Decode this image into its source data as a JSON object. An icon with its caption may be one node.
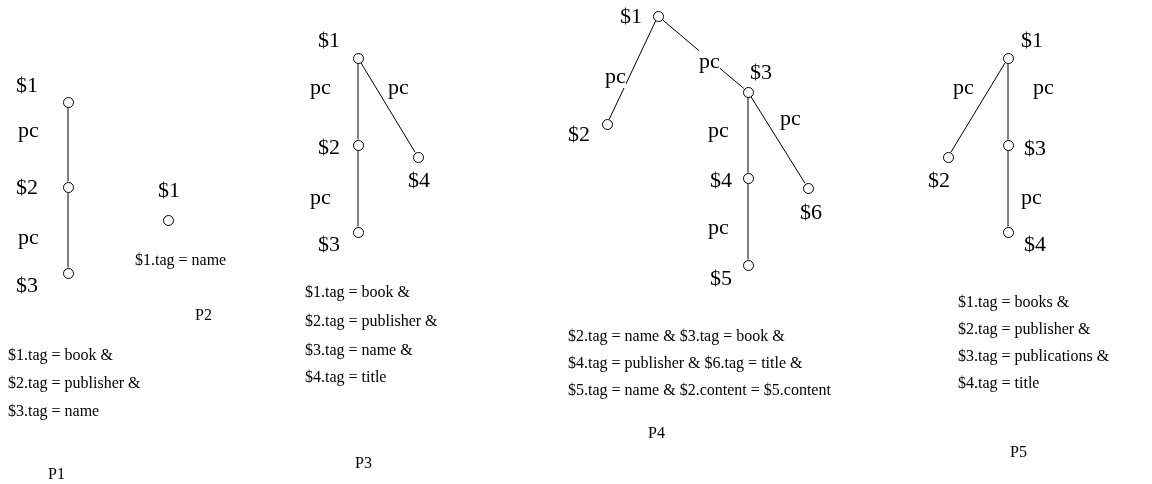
{
  "diagram": {
    "nodes": [
      {
        "text": [],
        "shape": "circle",
        "beside": [
          "$1"
        ]
      },
      {
        "text": [],
        "shape": "circle",
        "beside": [
          "$2"
        ]
      },
      {
        "text": [],
        "shape": "circle",
        "beside": [
          "$3"
        ]
      },
      {
        "text": [],
        "shape": "circle",
        "beside": [
          "$1"
        ]
      },
      {
        "text": [],
        "shape": "circle",
        "beside": [
          "$1"
        ]
      },
      {
        "text": [],
        "shape": "circle",
        "beside": [
          "$2"
        ]
      },
      {
        "text": [],
        "shape": "circle",
        "beside": [
          "$3"
        ]
      },
      {
        "text": [],
        "shape": "circle",
        "beside": [
          "$4"
        ]
      },
      {
        "text": [],
        "shape": "circle",
        "beside": [
          "$1"
        ]
      },
      {
        "text": [],
        "shape": "circle",
        "beside": [
          "$2"
        ]
      },
      {
        "text": [],
        "shape": "circle",
        "beside": [
          "$3"
        ]
      },
      {
        "text": [],
        "shape": "circle",
        "beside": [
          "$4"
        ]
      },
      {
        "text": [],
        "shape": "circle",
        "beside": [
          "$5"
        ]
      },
      {
        "text": [],
        "shape": "circle",
        "beside": [
          "$6"
        ]
      },
      {
        "text": [],
        "shape": "circle",
        "beside": [
          "$1"
        ]
      },
      {
        "text": [],
        "shape": "circle",
        "beside": [
          "$2"
        ]
      },
      {
        "text": [],
        "shape": "circle",
        "beside": [
          "$3"
        ]
      },
      {
        "text": [],
        "shape": "circle",
        "beside": [
          "$4"
        ]
      }
    ],
    "edges": [
      {
        "from": 0,
        "to": 1,
        "arrow": "none",
        "label": "pc"
      },
      {
        "from": 1,
        "to": 2,
        "arrow": "none",
        "label": "pc"
      },
      {
        "from": 4,
        "to": 5,
        "arrow": "none",
        "label": "pc"
      },
      {
        "from": 4,
        "to": 7,
        "arrow": "none",
        "label": "pc"
      },
      {
        "from": 5,
        "to": 6,
        "arrow": "none",
        "label": "pc"
      },
      {
        "from": 8,
        "to": 9,
        "arrow": "none",
        "label": "pc"
      },
      {
        "from": 8,
        "to": 10,
        "arrow": "none",
        "label": "pc"
      },
      {
        "from": 10,
        "to": 11,
        "arrow": "none",
        "label": "pc"
      },
      {
        "from": 10,
        "to": 13,
        "arrow": "none",
        "label": "pc"
      },
      {
        "from": 11,
        "to": 12,
        "arrow": "none",
        "label": "pc"
      },
      {
        "from": 14,
        "to": 15,
        "arrow": "none",
        "label": "pc"
      },
      {
        "from": 14,
        "to": 16,
        "arrow": "none",
        "label": "pc"
      },
      {
        "from": 16,
        "to": 17,
        "arrow": "none",
        "label": "pc"
      }
    ],
    "labels": [
      "$1.tag = book &",
      "$2.tag = publisher &",
      "$3.tag = name",
      "P1",
      "$1.tag = name",
      "P2",
      "$1.tag = book &",
      "$2.tag = publisher &",
      "$3.tag = name &",
      "$4.tag = title",
      "P3",
      "$2.tag = name & $3.tag = book &",
      "$4.tag = publisher & $6.tag = title &",
      "$5.tag = name & $2.content = $5.content",
      "P4",
      "$1.tag = books &",
      "$2.tag = publisher &",
      "$3.tag = publications &",
      "$4.tag = title",
      "P5"
    ]
  }
}
